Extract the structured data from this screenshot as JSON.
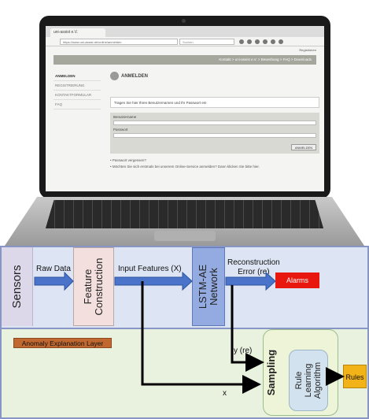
{
  "browser": {
    "tab_title": "uni-assist e.V.",
    "url": "https://www.uni-assist.de/online/anmelden",
    "search_placeholder": "Suchen"
  },
  "site": {
    "top_link": "Registrieren",
    "nav": "Kontakt  >  uni-assist e.V.  >  Bewerbung  >  FAQ  >  Downloads",
    "sidebar": [
      "ANMELDEN",
      "REGISTRIERUNG",
      "KONTAKTFORMULAR",
      "FAQ"
    ],
    "login_title": "ANMELDEN",
    "notice": "Tragen Sie hier Ihren Benutzernamen und Ihr Passwort ein",
    "username_label": "Benutzername",
    "password_label": "Passwort",
    "login_button": "ANMELDEN",
    "link_1": "Passwort vergessen?",
    "link_2": "Möchten Sie sich erstmals bei unserem Online-Service anmelden? Dann klicken Sie bitte hier."
  },
  "diagram": {
    "sensors": "Sensors",
    "raw_data": "Raw Data",
    "feature_line1": "Feature",
    "feature_line2": "Construction",
    "input_features": "Input Features (X)",
    "lstm_line1": "LSTM-AE",
    "lstm_line2": "Network",
    "recon_line1": "Reconstruction",
    "recon_line2": "Error (re)",
    "alarms": "Alarms",
    "layer_label": "Anomaly Explanation Layer",
    "y_label": "y (re)",
    "x_label": "x",
    "sampling": "Sampling",
    "rla_line1": "Rule",
    "rla_line2": "Learning",
    "rla_line3": "Algorithm",
    "rules": "Rules",
    "colors": {
      "top_panel": "#dde4f3",
      "bottom_panel": "#e9f1df",
      "alarms": "#e8180f",
      "rules": "#f2b319",
      "arrow_blue": "#4a74c9"
    }
  }
}
